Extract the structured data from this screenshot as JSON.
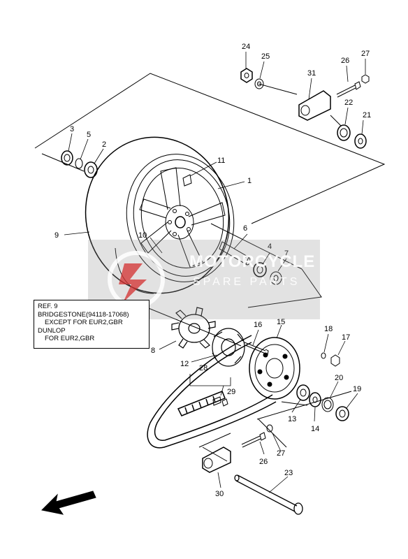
{
  "callouts": [
    "1",
    "2",
    "3",
    "4",
    "5",
    "6",
    "7",
    "8",
    "9",
    "10",
    "11",
    "12",
    "13",
    "14",
    "15",
    "16",
    "17",
    "18",
    "19",
    "20",
    "21",
    "22",
    "23",
    "24",
    "25",
    "26",
    "26",
    "27",
    "27",
    "28",
    "29",
    "30",
    "31"
  ],
  "note": {
    "line1": "REF. 9",
    "line2": "BRIDGESTONE(94118-17068)",
    "line3": "EXCEPT FOR EUR2,GBR",
    "line4": "DUNLOP",
    "line5": "FOR EUR2,GBR"
  },
  "watermark": {
    "line1": "MOTORCYCLE",
    "line2": "SPARE PARTS",
    "color": "#d32f2f"
  },
  "colors": {
    "line": "#000000",
    "background": "#ffffff",
    "watermark_box": "#969696"
  },
  "icons": {
    "direction_arrow": "arrow-front-icon"
  }
}
